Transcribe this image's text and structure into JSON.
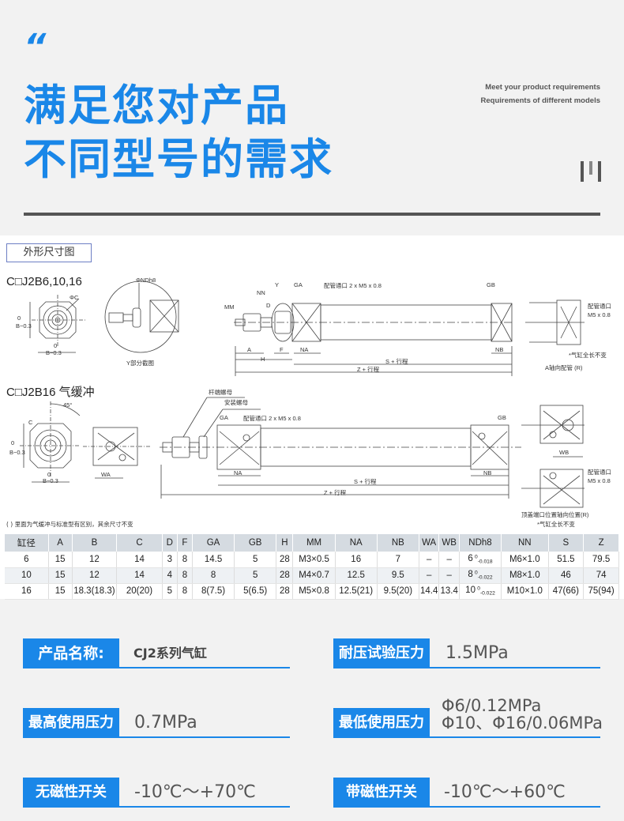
{
  "hero": {
    "quote_mark": "“",
    "title_line1": "满足您对产品",
    "title_line2": "不同型号的需求",
    "subtitle_line1": "Meet your product requirements",
    "subtitle_line2": "Requirements of different models",
    "accent_color": "#1a87e8"
  },
  "diagram": {
    "section_tag": "外形尺寸图",
    "model_standard": "C□J2B6,10,16",
    "model_cushion": "C□J2B16 气缓冲",
    "labels": {
      "phi_c": "ΦC",
      "phi_ndh8": "ΦNDh8",
      "b_tol_v": "B−0.3",
      "b_tol_h": "B−0.3",
      "zero": "0",
      "y_section": "Y部分截图",
      "mm": "MM",
      "nn": "NN",
      "y": "Y",
      "d": "D",
      "ga": "GA",
      "gb": "GB",
      "port": "配管通口 2 x M5 x 0.8",
      "a": "A",
      "f": "F",
      "h": "H",
      "na": "NA",
      "nb": "NB",
      "s_stroke": "S + 行程",
      "z_stroke": "Z + 行程",
      "port_short": "配管通口",
      "m5": "M5 x 0.8",
      "total_len_note": "*气缸全长不变",
      "axial_piping": "A轴向配管 (R)",
      "rod_nut": "杆端螺母",
      "mount_nut": "安装螺母",
      "c": "C",
      "deg45": "45°",
      "wa": "WA",
      "wb": "WB",
      "head_port_axial": "顶盖端口位置轴向位置(R)"
    },
    "footnote": "( ) 里面为气缓冲与标准型有区别，其余尺寸不变"
  },
  "table": {
    "headers": [
      "缸径",
      "A",
      "B",
      "C",
      "D",
      "F",
      "GA",
      "GB",
      "H",
      "MM",
      "NA",
      "NB",
      "WA",
      "WB",
      "NDh8",
      "NN",
      "S",
      "Z"
    ],
    "rows": [
      [
        "6",
        "15",
        "12",
        "14",
        "3",
        "8",
        "14.5",
        "5",
        "28",
        "M3×0.5",
        "16",
        "7",
        "–",
        "–",
        "6 -0.018",
        "M6×1.0",
        "51.5",
        "79.5"
      ],
      [
        "10",
        "15",
        "12",
        "14",
        "4",
        "8",
        "8",
        "5",
        "28",
        "M4×0.7",
        "12.5",
        "9.5",
        "–",
        "–",
        "8 -0.022",
        "M8×1.0",
        "46",
        "74"
      ],
      [
        "16",
        "15",
        "18.3(18.3)",
        "20(20)",
        "5",
        "8",
        "8(7.5)",
        "5(6.5)",
        "28",
        "M5×0.8",
        "12.5(21)",
        "9.5(20)",
        "14.4",
        "13.4",
        "10 -0.022",
        "M10×1.0",
        "47(66)",
        "75(94)"
      ]
    ],
    "ndh8": [
      {
        "base": "6",
        "upper": "0",
        "lower": "-0.018"
      },
      {
        "base": "8",
        "upper": "0",
        "lower": "-0.022"
      },
      {
        "base": "10",
        "upper": "0",
        "lower": "-0.022"
      }
    ]
  },
  "specs": {
    "product_name_label": "产品名称:",
    "product_name_value": "CJ2系列气缸",
    "proof_pressure_label": "耐压试验压力",
    "proof_pressure_value": "1.5MPa",
    "max_pressure_label": "最高使用压力",
    "max_pressure_value": "0.7MPa",
    "min_pressure_label": "最低使用压力",
    "min_pressure_value_1": "Φ6/0.12MPa",
    "min_pressure_value_2": "Φ10、Φ16/0.06MPa",
    "no_switch_label": "无磁性开关",
    "no_switch_value": "-10℃～+70℃",
    "with_switch_label": "带磁性开关",
    "with_switch_value": "-10℃～+60℃"
  }
}
